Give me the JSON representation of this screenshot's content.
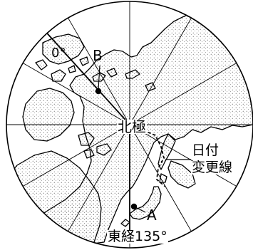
{
  "map": {
    "center_label": "北極",
    "prime_meridian_label": "0°",
    "meridian_135e_label": "東経135°",
    "date_line_label_line1": "日付",
    "date_line_label_line2": "変更線",
    "point_a_label": "A",
    "point_b_label": "B",
    "colors": {
      "ink": "#000000",
      "background": "#ffffff"
    }
  }
}
